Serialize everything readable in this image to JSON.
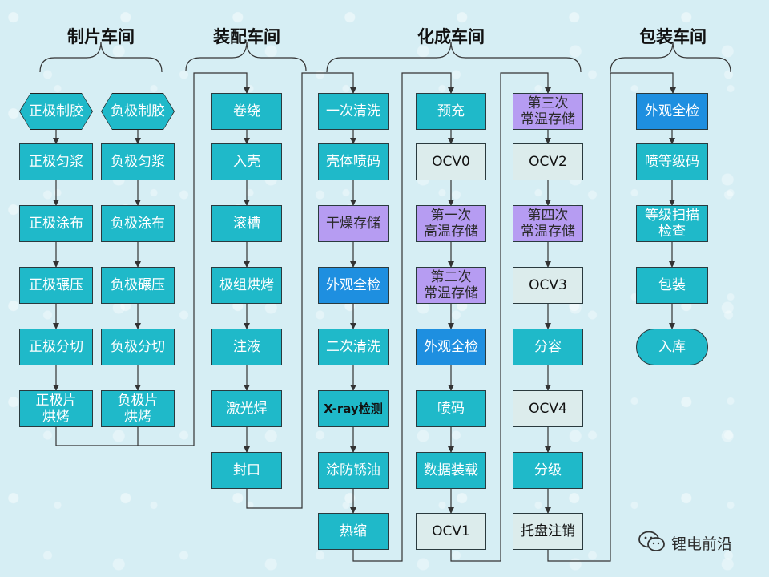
{
  "workshops": [
    {
      "title": "制片车间"
    },
    {
      "title": "装配车间"
    },
    {
      "title": "化成车间"
    },
    {
      "title": "包装车间"
    }
  ],
  "steps": {
    "electrode": {
      "positive": [
        "正极制胶",
        "正极匀浆",
        "正极涂布",
        "正极碾压",
        "正极分切",
        "正极片\n烘烤"
      ],
      "negative": [
        "负极制胶",
        "负极匀浆",
        "负极涂布",
        "负极碾压",
        "负极分切",
        "负极片\n烘烤"
      ]
    },
    "assembly": [
      "卷绕",
      "入壳",
      "滚槽",
      "极组烘烤",
      "注液",
      "激光焊",
      "封口"
    ],
    "formation": {
      "col1": [
        "一次清洗",
        "壳体喷码",
        "干燥存储",
        "外观全检",
        "二次清洗",
        "X-ray检测",
        "涂防锈油",
        "热缩"
      ],
      "col2": [
        "预充",
        "OCV0",
        "第一次\n高温存储",
        "第二次\n常温存储",
        "外观全检",
        "喷码",
        "数据装载",
        "OCV1"
      ],
      "col3": [
        "第三次\n常温存储",
        "OCV2",
        "第四次\n常温存储",
        "OCV3",
        "分容",
        "OCV4",
        "分级",
        "托盘注销"
      ]
    },
    "packaging": [
      "外观全检",
      "喷等级码",
      "等级扫描\n检查",
      "包装",
      "入库"
    ]
  },
  "colors": {
    "process": "#1fb9c9",
    "storage": "#b69cf2",
    "inspection": "#1e8fe0",
    "measurement": "#dcecec",
    "line": "#333333"
  },
  "watermark": {
    "icon": "wechat-icon",
    "text": "锂电前沿"
  }
}
